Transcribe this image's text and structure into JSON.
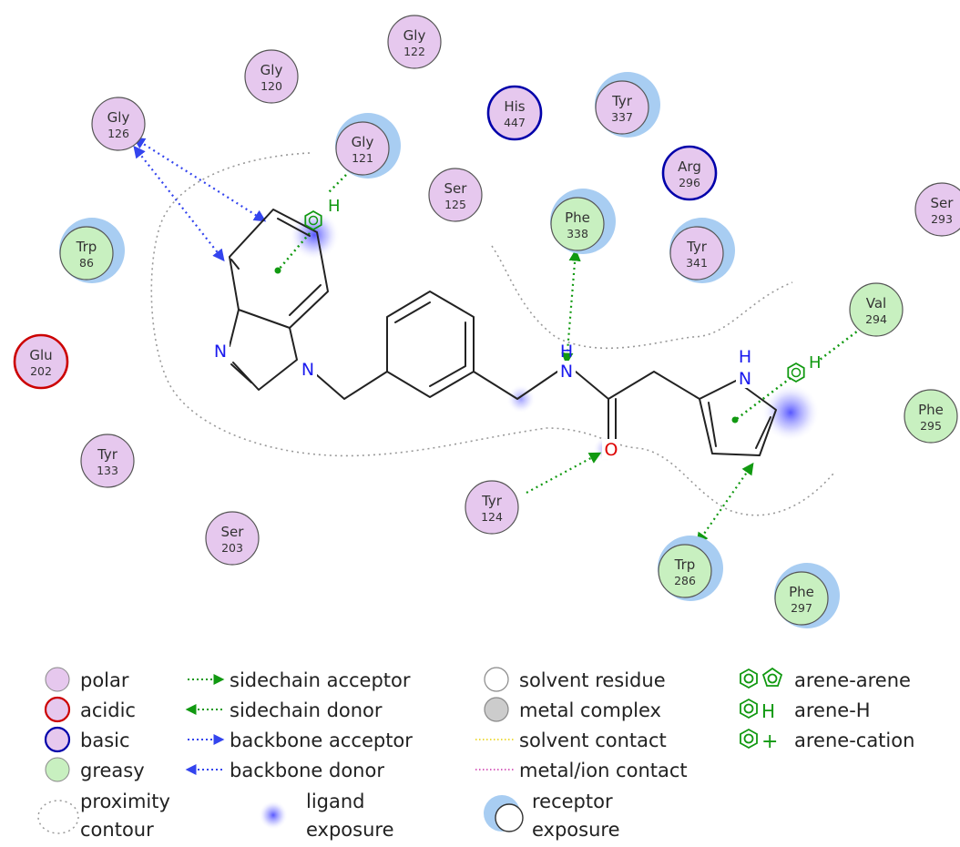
{
  "residues": [
    {
      "id": "gly126",
      "name": "Gly",
      "num": "126",
      "type": "polar",
      "exposure": false
    },
    {
      "id": "gly120",
      "name": "Gly",
      "num": "120",
      "type": "polar",
      "exposure": false
    },
    {
      "id": "gly122",
      "name": "Gly",
      "num": "122",
      "type": "polar",
      "exposure": false
    },
    {
      "id": "gly121",
      "name": "Gly",
      "num": "121",
      "type": "polar",
      "exposure": true
    },
    {
      "id": "his447",
      "name": "His",
      "num": "447",
      "type": "basic",
      "exposure": false
    },
    {
      "id": "tyr337",
      "name": "Tyr",
      "num": "337",
      "type": "polar",
      "exposure": true
    },
    {
      "id": "arg296",
      "name": "Arg",
      "num": "296",
      "type": "basic",
      "exposure": false
    },
    {
      "id": "ser125",
      "name": "Ser",
      "num": "125",
      "type": "polar",
      "exposure": false
    },
    {
      "id": "phe338",
      "name": "Phe",
      "num": "338",
      "type": "greasy",
      "exposure": true
    },
    {
      "id": "tyr341",
      "name": "Tyr",
      "num": "341",
      "type": "polar",
      "exposure": true
    },
    {
      "id": "ser293",
      "name": "Ser",
      "num": "293",
      "type": "polar",
      "exposure": false
    },
    {
      "id": "trp86",
      "name": "Trp",
      "num": "86",
      "type": "greasy",
      "exposure": true
    },
    {
      "id": "val294",
      "name": "Val",
      "num": "294",
      "type": "greasy",
      "exposure": false
    },
    {
      "id": "glu202",
      "name": "Glu",
      "num": "202",
      "type": "acidic",
      "exposure": false
    },
    {
      "id": "phe295",
      "name": "Phe",
      "num": "295",
      "type": "greasy",
      "exposure": false
    },
    {
      "id": "tyr133",
      "name": "Tyr",
      "num": "133",
      "type": "polar",
      "exposure": false
    },
    {
      "id": "tyr124",
      "name": "Tyr",
      "num": "124",
      "type": "polar",
      "exposure": false
    },
    {
      "id": "ser203",
      "name": "Ser",
      "num": "203",
      "type": "polar",
      "exposure": false
    },
    {
      "id": "trp286",
      "name": "Trp",
      "num": "286",
      "type": "greasy",
      "exposure": true
    },
    {
      "id": "phe297",
      "name": "Phe",
      "num": "297",
      "type": "greasy",
      "exposure": true
    }
  ],
  "ligand_atoms": {
    "n_imidazole": "N",
    "n_benzimidazole": "N",
    "n_amide": "N",
    "h_amide": "H",
    "o_carbonyl": "O",
    "n_pyrrole": "N",
    "h_pyrrole": "H",
    "h_arene_gly121": "H",
    "h_arene_val294": "H"
  },
  "legend": {
    "residue_types": [
      {
        "id": "polar",
        "label": "polar"
      },
      {
        "id": "acidic",
        "label": "acidic"
      },
      {
        "id": "basic",
        "label": "basic"
      },
      {
        "id": "greasy",
        "label": "greasy"
      }
    ],
    "proximity_line1": "proximity",
    "proximity_line2": "contour",
    "interactions": [
      {
        "id": "sidechain-acceptor",
        "label": "sidechain acceptor"
      },
      {
        "id": "sidechain-donor",
        "label": "sidechain donor"
      },
      {
        "id": "backbone-acceptor",
        "label": "backbone acceptor"
      },
      {
        "id": "backbone-donor",
        "label": "backbone donor"
      }
    ],
    "ligand_exposure_line1": "ligand",
    "ligand_exposure_line2": "exposure",
    "misc": [
      {
        "id": "solvent-residue",
        "label": "solvent residue"
      },
      {
        "id": "metal-complex",
        "label": "metal complex"
      },
      {
        "id": "solvent-contact",
        "label": "solvent contact"
      },
      {
        "id": "metal-ion-contact",
        "label": "metal/ion contact"
      }
    ],
    "receptor_exposure_line1": "receptor",
    "receptor_exposure_line2": "exposure",
    "arene": [
      {
        "id": "arene-arene",
        "label": "arene-arene"
      },
      {
        "id": "arene-h",
        "label": "arene-H"
      },
      {
        "id": "arene-cation",
        "label": "arene-cation"
      }
    ],
    "arene_h_glyph": "H",
    "arene_cation_glyph": "+"
  },
  "colors": {
    "polar_fill": "#e6c8ee",
    "acidic_stroke": "#cc0000",
    "basic_stroke": "#0000aa",
    "greasy_fill": "#c8f0c0",
    "sidechain": "#119911",
    "backbone": "#3344ee",
    "receptor_exposure": "#a8cdf2",
    "ligand_exposure": "#3a3aff",
    "oxygen": "#dd0000",
    "nitrogen": "#1a1aee",
    "arene": "#119911"
  }
}
